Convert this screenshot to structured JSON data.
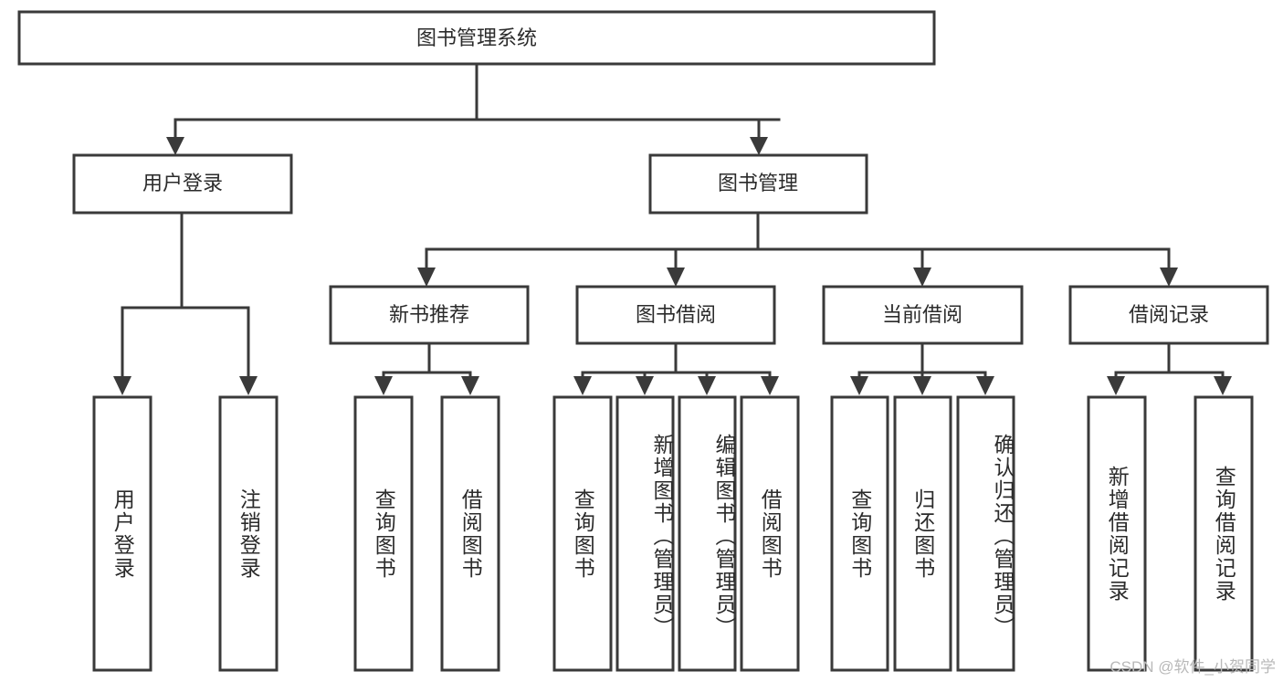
{
  "diagram": {
    "type": "tree",
    "title": "图书管理系统",
    "watermark": "CSDN @软件_小贺同学",
    "colors": {
      "stroke": "#3a3a3a",
      "fill": "#ffffff",
      "text": "#2b2b2b",
      "watermark": "#b9b9b9"
    },
    "levels": {
      "root": {
        "label": "图书管理系统"
      },
      "level2": [
        {
          "label": "用户登录"
        },
        {
          "label": "图书管理"
        }
      ],
      "level3": [
        {
          "label": "新书推荐"
        },
        {
          "label": "图书借阅"
        },
        {
          "label": "当前借阅"
        },
        {
          "label": "借阅记录"
        }
      ],
      "leaves": [
        {
          "label": "用户登录",
          "parent": "用户登录"
        },
        {
          "label": "注销登录",
          "parent": "用户登录"
        },
        {
          "label": "查询图书",
          "parent": "新书推荐"
        },
        {
          "label": "借阅图书",
          "parent": "新书推荐"
        },
        {
          "label": "查询图书",
          "parent": "图书借阅"
        },
        {
          "label": "新增图书（管理员）",
          "parent": "图书借阅"
        },
        {
          "label": "编辑图书（管理员）",
          "parent": "图书借阅"
        },
        {
          "label": "借阅图书",
          "parent": "图书借阅"
        },
        {
          "label": "查询图书",
          "parent": "当前借阅"
        },
        {
          "label": "归还图书",
          "parent": "当前借阅"
        },
        {
          "label": "确认归还（管理员）",
          "parent": "当前借阅"
        },
        {
          "label": "新增借阅记录",
          "parent": "借阅记录"
        },
        {
          "label": "查询借阅记录",
          "parent": "借阅记录"
        }
      ]
    }
  }
}
